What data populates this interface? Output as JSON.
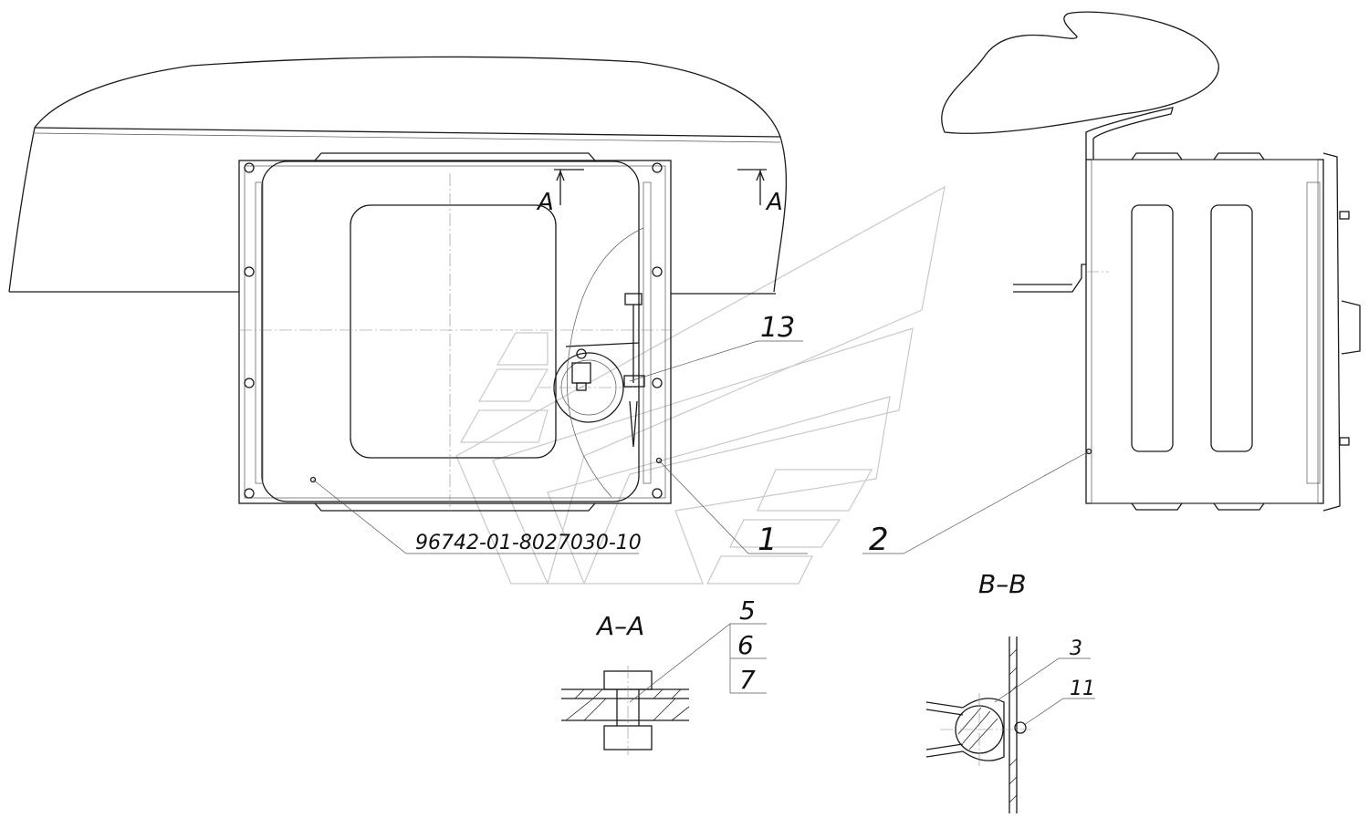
{
  "callouts": {
    "part_number": "96742-01-8027030-10",
    "c1": "1",
    "c2": "2",
    "c3": "3",
    "c5": "5",
    "c6": "6",
    "c7": "7",
    "c11": "11",
    "c13": "13"
  },
  "section_marks": {
    "a_left": "А",
    "a_right": "А"
  },
  "section_titles": {
    "aa": "А–А",
    "bb": "В–В"
  }
}
